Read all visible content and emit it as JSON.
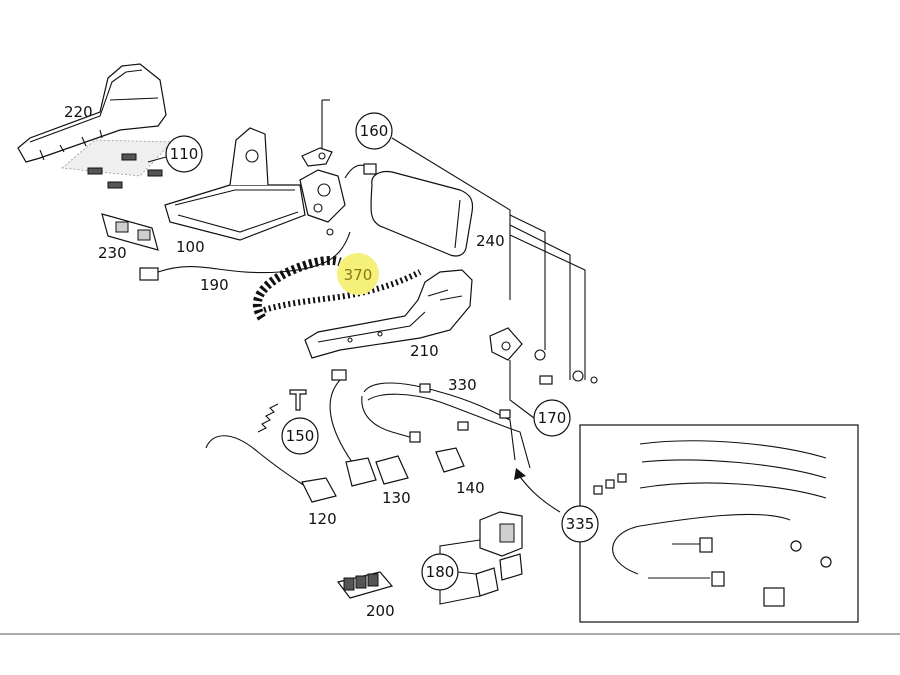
{
  "diagram": {
    "labels": {
      "p220": "220",
      "p110": "110",
      "p160": "160",
      "p230": "230",
      "p100": "100",
      "p190": "190",
      "p240": "240",
      "p370": "370",
      "p210": "210",
      "p330": "330",
      "p170": "170",
      "p150": "150",
      "p130": "130",
      "p140": "140",
      "p120": "120",
      "p335": "335",
      "p180": "180",
      "p200": "200"
    },
    "colors": {
      "highlight": "#f4f07a",
      "highlight_text": "#8a7a10",
      "line": "#111111"
    }
  }
}
